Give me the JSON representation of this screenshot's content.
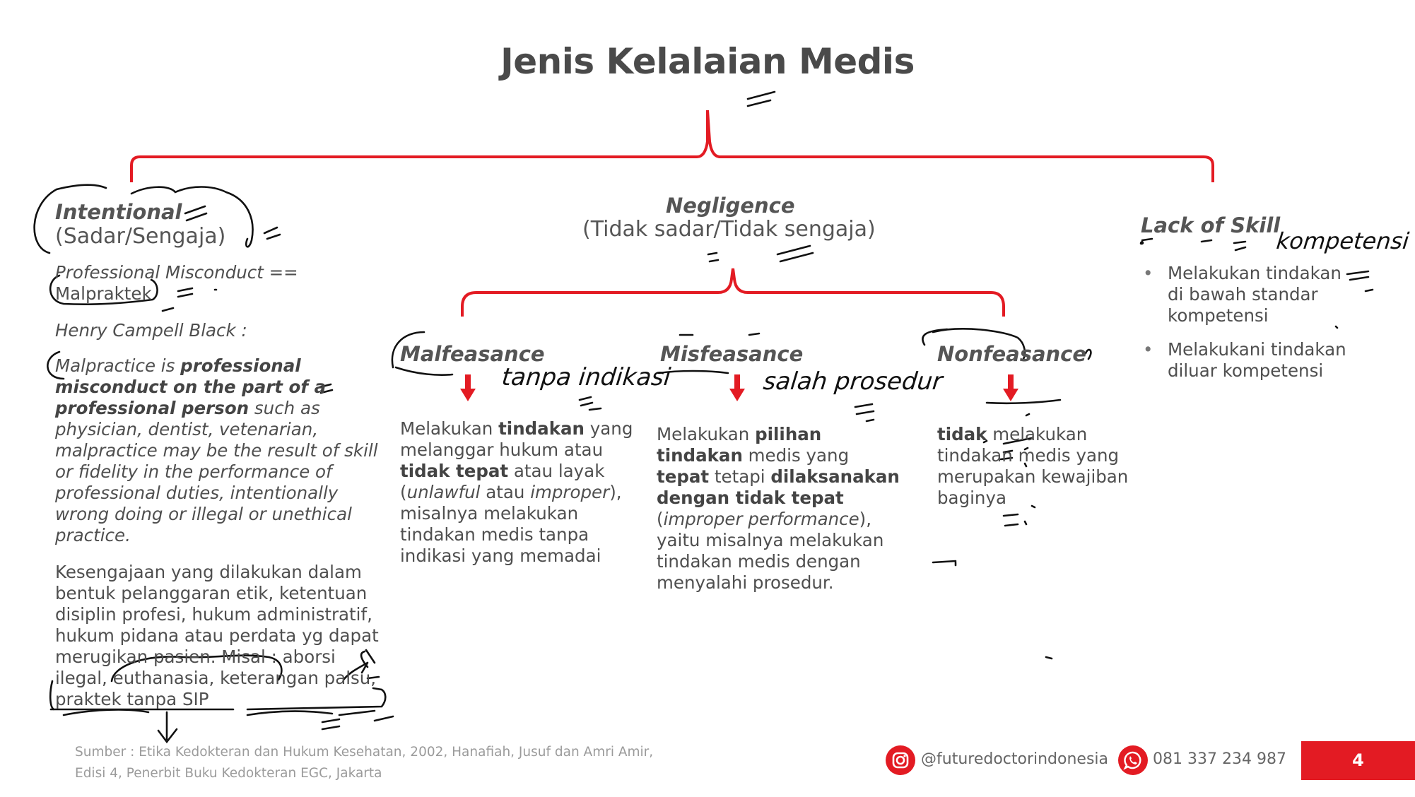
{
  "title": "Jenis Kelalaian Medis",
  "intentional": {
    "heading": "Intentional",
    "sub": "(Sadar/Sengaja)",
    "line1": "Professional Misconduct ==",
    "line2": "Malpraktek",
    "quote_author": "Henry Campell Black :",
    "quote_1": "Malpractice is ",
    "quote_b1": "professional misconduct on the part of a professional person",
    "quote_2": " such as physician, dentist, vetenarian, malpractice may be the result of skill or fidelity in the performance of professional duties, intentionally wrong doing or illegal or unethical practice.",
    "para": "Kesengajaan yang dilakukan dalam bentuk pelanggaran etik, ketentuan disiplin profesi, hukum administratif, hukum pidana atau perdata yg dapat merugikan pasien. Misal : aborsi ilegal, euthanasia, keterangan palsu, praktek tanpa SIP"
  },
  "negligence": {
    "heading": "Negligence",
    "sub": "(Tidak sadar/Tidak sengaja)"
  },
  "malfeasance": {
    "heading": "Malfeasance",
    "t1": "Melakukan ",
    "b1": "tindakan",
    "t2": " yang melanggar hukum atau ",
    "b2": "tidak tepat",
    "t3": " atau layak (",
    "i1": "unlawful",
    "t4": " atau ",
    "i2": "improper",
    "t5": "), misalnya melakukan tindakan medis tanpa indikasi yang memadai"
  },
  "misfeasance": {
    "heading": "Misfeasance",
    "t1": "Melakukan ",
    "b1": "pilihan tindakan",
    "t2": " medis yang ",
    "b2": "tepat",
    "t3": " tetapi ",
    "b3": "dilaksanakan dengan tidak tepat",
    "t4": " (",
    "i1": "improper performance",
    "t5": "), yaitu misalnya melakukan tindakan medis dengan menyalahi prosedur."
  },
  "nonfeasance": {
    "heading": "Nonfeasance",
    "b1": "tidak",
    "t1": " melakukan tindakan medis yang merupakan kewajiban baginya"
  },
  "lack_of_skill": {
    "heading": "Lack of Skill",
    "items": [
      "Melakukan tindakan di bawah standar kompetensi",
      "Melakukani tindakan diluar kompetensi"
    ]
  },
  "handwriting": {
    "kompetensi": "kompetensi",
    "tanpa_indikasi": "tanpa indikasi",
    "salah_prosedur": "salah prosedur"
  },
  "footer": {
    "source_1": "Sumber : Etika Kedokteran dan Hukum Kesehatan, 2002, Hanafiah, Jusuf dan Amri Amir,",
    "source_2": "Edisi 4, Penerbit Buku Kedokteran EGC,  Jakarta",
    "instagram": "@futuredoctorindonesia",
    "whatsapp": "081 337 234 987",
    "page_number": "4"
  },
  "colors": {
    "accent": "#e31b23",
    "text": "#4f4f4f",
    "ink": "#111111"
  },
  "icons": [
    "instagram-icon",
    "whatsapp-icon",
    "down-arrow-icon"
  ]
}
